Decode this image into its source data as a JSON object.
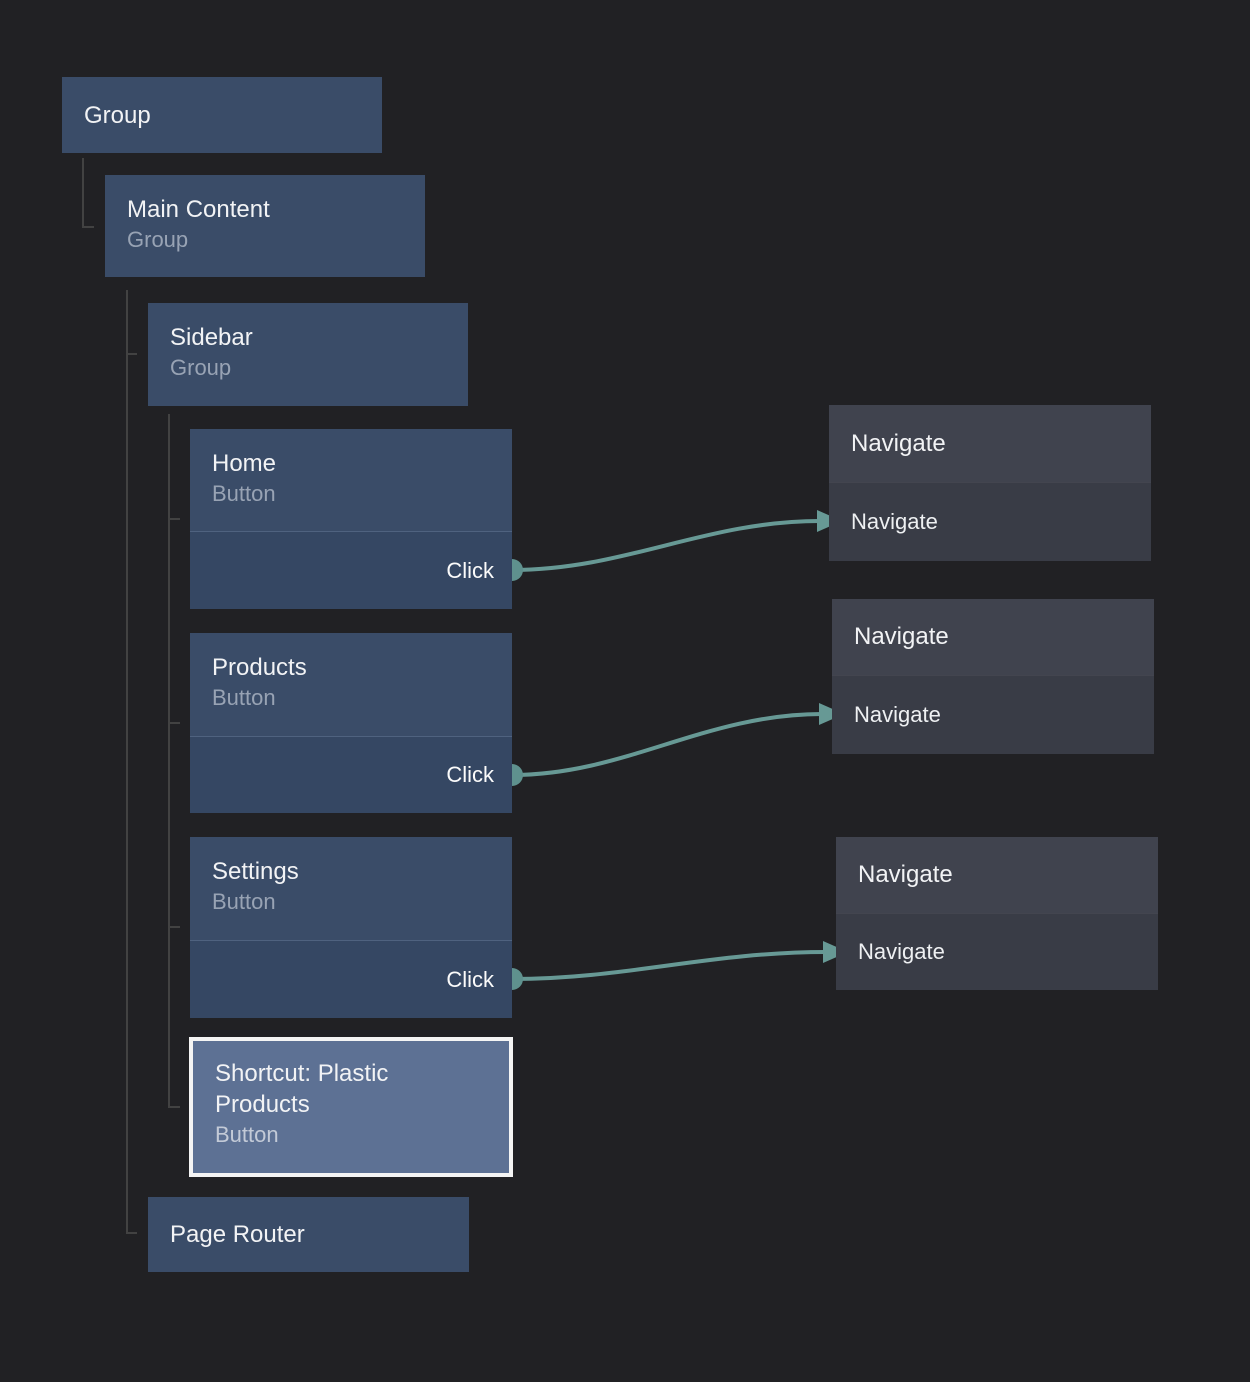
{
  "diagram_type": "ui-component-tree-with-event-connections",
  "nodes": {
    "group": {
      "title": "Group"
    },
    "main_content": {
      "title": "Main Content",
      "subtitle": "Group"
    },
    "sidebar": {
      "title": "Sidebar",
      "subtitle": "Group"
    },
    "home": {
      "title": "Home",
      "subtitle": "Button",
      "output_label": "Click"
    },
    "products": {
      "title": "Products",
      "subtitle": "Button",
      "output_label": "Click"
    },
    "settings": {
      "title": "Settings",
      "subtitle": "Button",
      "output_label": "Click"
    },
    "shortcut": {
      "title": "Shortcut: Plastic Products",
      "subtitle": "Button",
      "selected": true
    },
    "page_router": {
      "title": "Page Router"
    }
  },
  "action_nodes": {
    "navigate_home": {
      "title": "Navigate",
      "input_label": "Navigate"
    },
    "navigate_products": {
      "title": "Navigate",
      "input_label": "Navigate"
    },
    "navigate_settings": {
      "title": "Navigate",
      "input_label": "Navigate"
    }
  },
  "connections": [
    {
      "from": "Home.Click",
      "to": "navigate_home.Navigate"
    },
    {
      "from": "Products.Click",
      "to": "navigate_products.Navigate"
    },
    {
      "from": "Settings.Click",
      "to": "navigate_settings.Navigate"
    }
  ],
  "colors": {
    "background": "#212124",
    "node_fill": "#3a4c68",
    "node_output_fill": "#354763",
    "selected_fill": "#5d7194",
    "selected_border": "#f4f4f4",
    "action_header_fill": "#40434e",
    "action_body_fill": "#393c46",
    "connection_teal": "#679995",
    "port_teal": "#5f918e",
    "tree_line_gray": "#424242",
    "title_text": "#f2f3f5",
    "subtitle_text": "#98a3b4"
  }
}
